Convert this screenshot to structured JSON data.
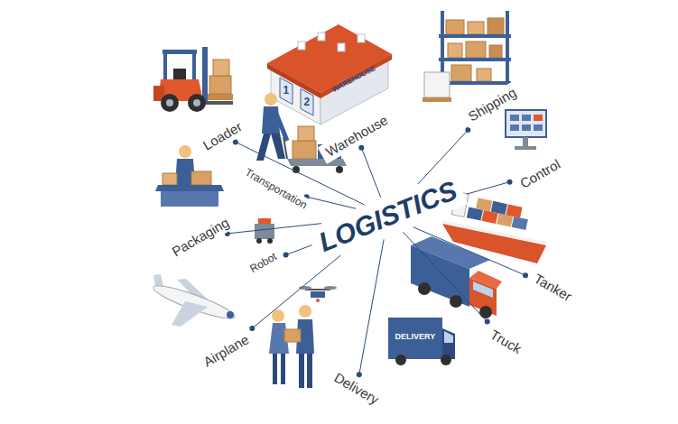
{
  "diagram": {
    "nodes": [
      {
        "text": [
          "LOGISTICS"
        ]
      },
      {
        "text": [
          "Loader"
        ]
      },
      {
        "text": [
          "Warehouse"
        ]
      },
      {
        "text": [
          "Shipping"
        ]
      },
      {
        "text": [
          "Control"
        ]
      },
      {
        "text": [
          "Tanker"
        ]
      },
      {
        "text": [
          "Truck"
        ]
      },
      {
        "text": [
          "Delivery"
        ]
      },
      {
        "text": [
          "Airplane"
        ]
      },
      {
        "text": [
          "Robot"
        ]
      },
      {
        "text": [
          "Packaging"
        ]
      },
      {
        "text": [
          "Transportation"
        ]
      }
    ],
    "edges": [
      {
        "from": 0,
        "to": 1,
        "arrow": "none"
      },
      {
        "from": 0,
        "to": 2,
        "arrow": "none"
      },
      {
        "from": 0,
        "to": 3,
        "arrow": "none"
      },
      {
        "from": 0,
        "to": 4,
        "arrow": "none"
      },
      {
        "from": 0,
        "to": 5,
        "arrow": "none"
      },
      {
        "from": 0,
        "to": 6,
        "arrow": "none"
      },
      {
        "from": 0,
        "to": 7,
        "arrow": "none"
      },
      {
        "from": 0,
        "to": 8,
        "arrow": "none"
      },
      {
        "from": 0,
        "to": 9,
        "arrow": "none"
      },
      {
        "from": 0,
        "to": 10,
        "arrow": "none"
      },
      {
        "from": 0,
        "to": 11,
        "arrow": "none"
      }
    ],
    "labels": [
      "WAREHOUSE",
      "1",
      "2",
      "DELIVERY"
    ]
  }
}
